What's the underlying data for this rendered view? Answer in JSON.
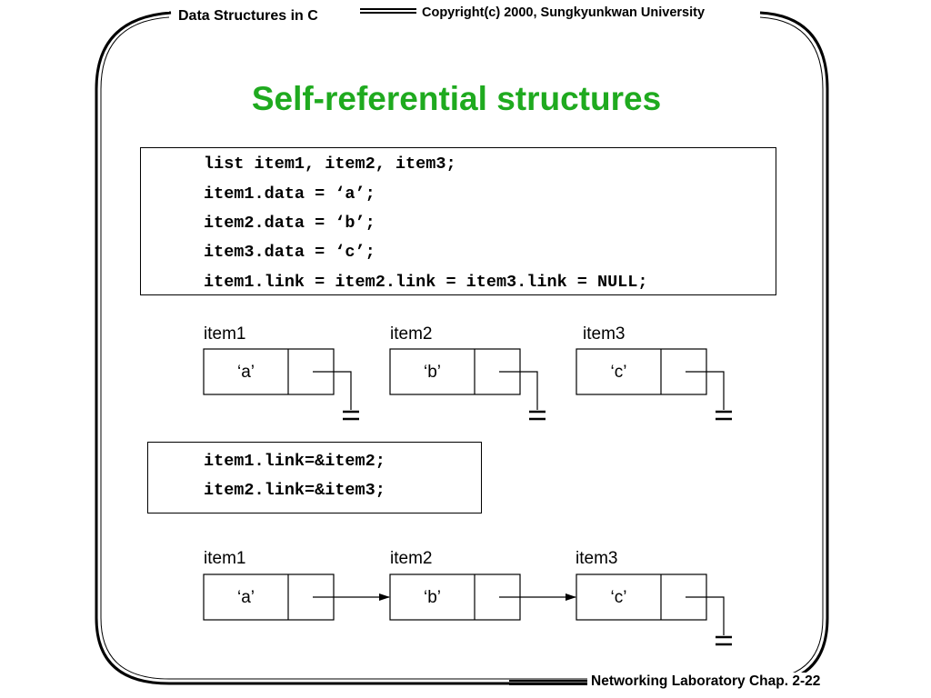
{
  "header": {
    "course": "Data Structures in C",
    "copyright": "Copyright(c) 2000, Sungkyunkwan University"
  },
  "title": "Self-referential structures",
  "code1": {
    "lines": [
      "list item1, item2, item3;",
      "item1.data = ‘a’;",
      "item2.data = ‘b’;",
      "item3.data = ‘c’;",
      "item1.link = item2.link = item3.link = NULL;"
    ]
  },
  "diagram1": {
    "nodes": [
      {
        "label": "item1",
        "value": "‘a’"
      },
      {
        "label": "item2",
        "value": "‘b’"
      },
      {
        "label": "item3",
        "value": "‘c’"
      }
    ]
  },
  "code2": {
    "lines": [
      "item1.link=&item2;",
      "item2.link=&item3;"
    ]
  },
  "diagram2": {
    "nodes": [
      {
        "label": "item1",
        "value": "‘a’"
      },
      {
        "label": "item2",
        "value": "‘b’"
      },
      {
        "label": "item3",
        "value": "‘c’"
      }
    ]
  },
  "footer": {
    "text": "Networking Laboratory Chap. 2-22"
  }
}
